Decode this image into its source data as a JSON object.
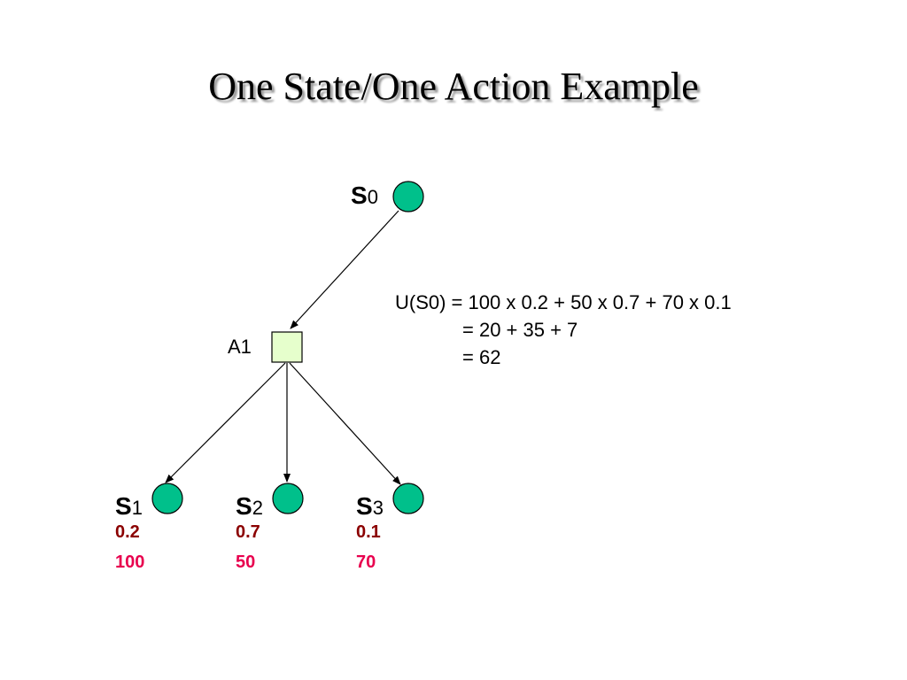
{
  "title": "One State/One Action Example",
  "root_state": {
    "letter": "S",
    "index": "0"
  },
  "action": {
    "label": "A1"
  },
  "outcomes": [
    {
      "letter": "S",
      "index": "1",
      "probability": "0.2",
      "utility": "100"
    },
    {
      "letter": "S",
      "index": "2",
      "probability": "0.7",
      "utility": "50"
    },
    {
      "letter": "S",
      "index": "3",
      "probability": "0.1",
      "utility": "70"
    }
  ],
  "formula": [
    "U(S0) = 100 x 0.2 + 50 x 0.7 + 70 x 0.1",
    "= 20 + 35 + 7",
    "= 62"
  ],
  "colors": {
    "state_fill": "#00c08b",
    "action_fill": "#e6ffcc",
    "probability": "#8b0000",
    "utility": "#e8004e",
    "line": "#000000"
  }
}
